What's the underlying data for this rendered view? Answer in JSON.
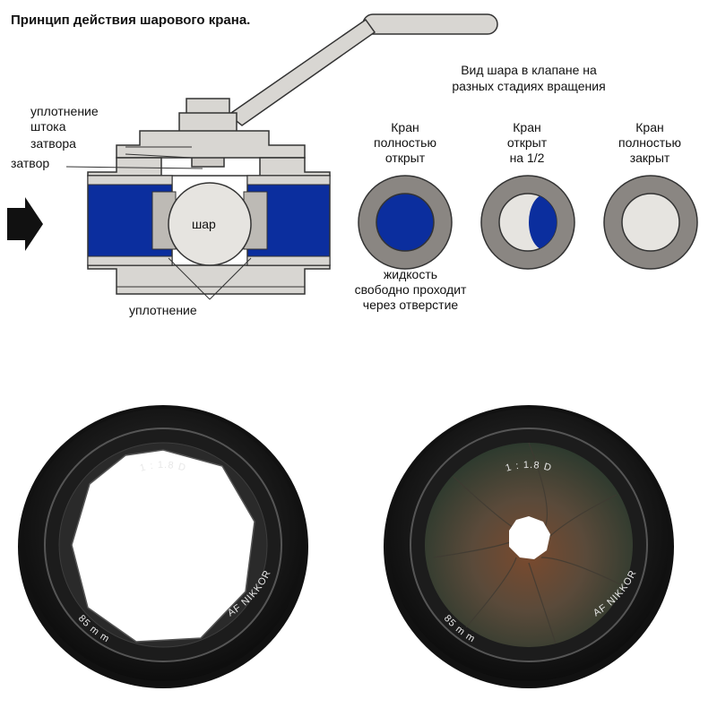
{
  "title": "Принцип действия шарового крана.",
  "valve": {
    "labels": {
      "stem_seal_1": "уплотнение",
      "stem_seal_2": "штока",
      "gate_1": "затвора",
      "gate_2": "затвор",
      "ball": "шар",
      "seal": "уплотнение"
    }
  },
  "rotation": {
    "heading_1": "Вид шара в клапане на",
    "heading_2": "разных стадиях вращения",
    "stages": [
      {
        "l1": "Кран",
        "l2": "полностью",
        "l3": "открыт"
      },
      {
        "l1": "Кран",
        "l2": "открыт",
        "l3": "на 1/2"
      },
      {
        "l1": "Кран",
        "l2": "полностью",
        "l3": "закрыт"
      }
    ],
    "note_1": "жидкость",
    "note_2": "свободно проходит",
    "note_3": "через отверстие"
  },
  "lenses": [
    {
      "aperture": "1 : 1.8 D",
      "brand": "AF NIKKOR",
      "focal": "85 m m"
    },
    {
      "aperture": "1 : 1.8 D",
      "brand": "AF NIKKOR",
      "focal": "85 m m"
    }
  ],
  "colors": {
    "fluid": "#0b2e9e",
    "body_gray": "#d8d6d2",
    "ring_gray": "#8a8682",
    "ball_gray": "#e6e4e0",
    "outline": "#333333"
  }
}
